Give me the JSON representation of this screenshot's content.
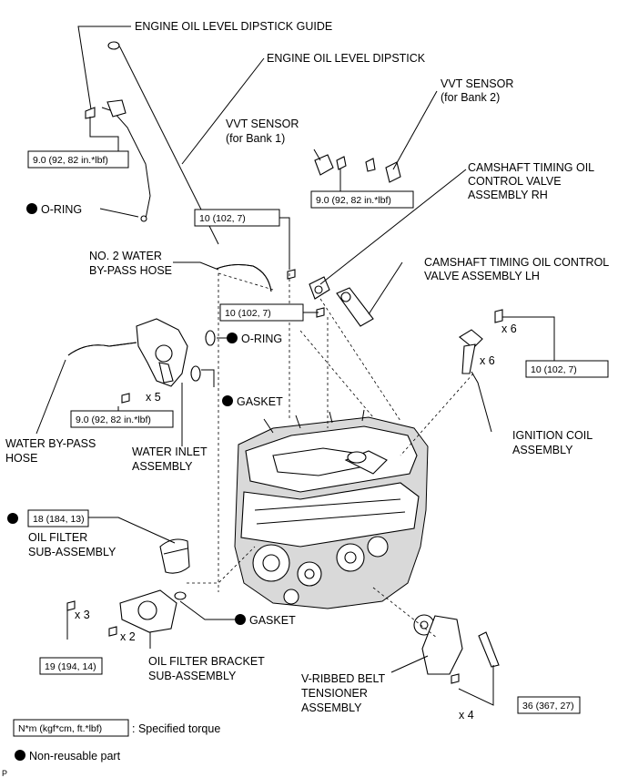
{
  "labels": {
    "dipstick_guide": "ENGINE OIL LEVEL DIPSTICK GUIDE",
    "dipstick": "ENGINE OIL LEVEL DIPSTICK",
    "vvt_bank2_l1": "VVT SENSOR",
    "vvt_bank2_l2": "(for Bank 2)",
    "vvt_bank1_l1": "VVT SENSOR",
    "vvt_bank1_l2": "(for Bank 1)",
    "ocv_rh_l1": "CAMSHAFT TIMING OIL",
    "ocv_rh_l2": "CONTROL VALVE",
    "ocv_rh_l3": "ASSEMBLY RH",
    "ocv_lh_l1": "CAMSHAFT TIMING OIL CONTROL",
    "ocv_lh_l2": "VALVE ASSEMBLY LH",
    "oring_1": "O-RING",
    "oring_2": "O-RING",
    "no2_hose_l1": "NO. 2 WATER",
    "no2_hose_l2": "BY-PASS HOSE",
    "gasket_1": "GASKET",
    "gasket_2": "GASKET",
    "bypass_hose_l1": "WATER BY-PASS",
    "bypass_hose_l2": "HOSE",
    "water_inlet_l1": "WATER INLET",
    "water_inlet_l2": "ASSEMBLY",
    "ignition_l1": "IGNITION COIL",
    "ignition_l2": "ASSEMBLY",
    "oil_filter_l1": "OIL FILTER",
    "oil_filter_l2": "SUB-ASSEMBLY",
    "bracket_l1": "OIL FILTER BRACKET",
    "bracket_l2": "SUB-ASSEMBLY",
    "tensioner_l1": "V-RIBBED BELT",
    "tensioner_l2": "TENSIONER",
    "tensioner_l3": "ASSEMBLY"
  },
  "torques": {
    "dipstick_guide": "9.0 (92, 82 in.*lbf)",
    "vvt": "9.0 (92, 82 in.*lbf)",
    "ocv_rh": "10 (102, 7)",
    "ocv_lh": "10 (102, 7)",
    "ignition": "10 (102, 7)",
    "water_inlet": "9.0 (92, 82 in.*lbf)",
    "oil_filter": "18 (184, 13)",
    "bracket": "19 (194, 14)",
    "tensioner": "36 (367, 27)"
  },
  "quantities": {
    "ignition_bolts": "x 6",
    "ignition_coils": "x 6",
    "water_inlet_bolts": "x 5",
    "bracket_bolts_a": "x 3",
    "bracket_bolts_b": "x 2",
    "tensioner_bolts": "x 4"
  },
  "legend": {
    "torque_box": "N*m (kgf*cm, ft.*lbf)",
    "torque_desc": ": Specified torque",
    "non_reusable": "Non-reusable part"
  },
  "corner_mark": "P"
}
